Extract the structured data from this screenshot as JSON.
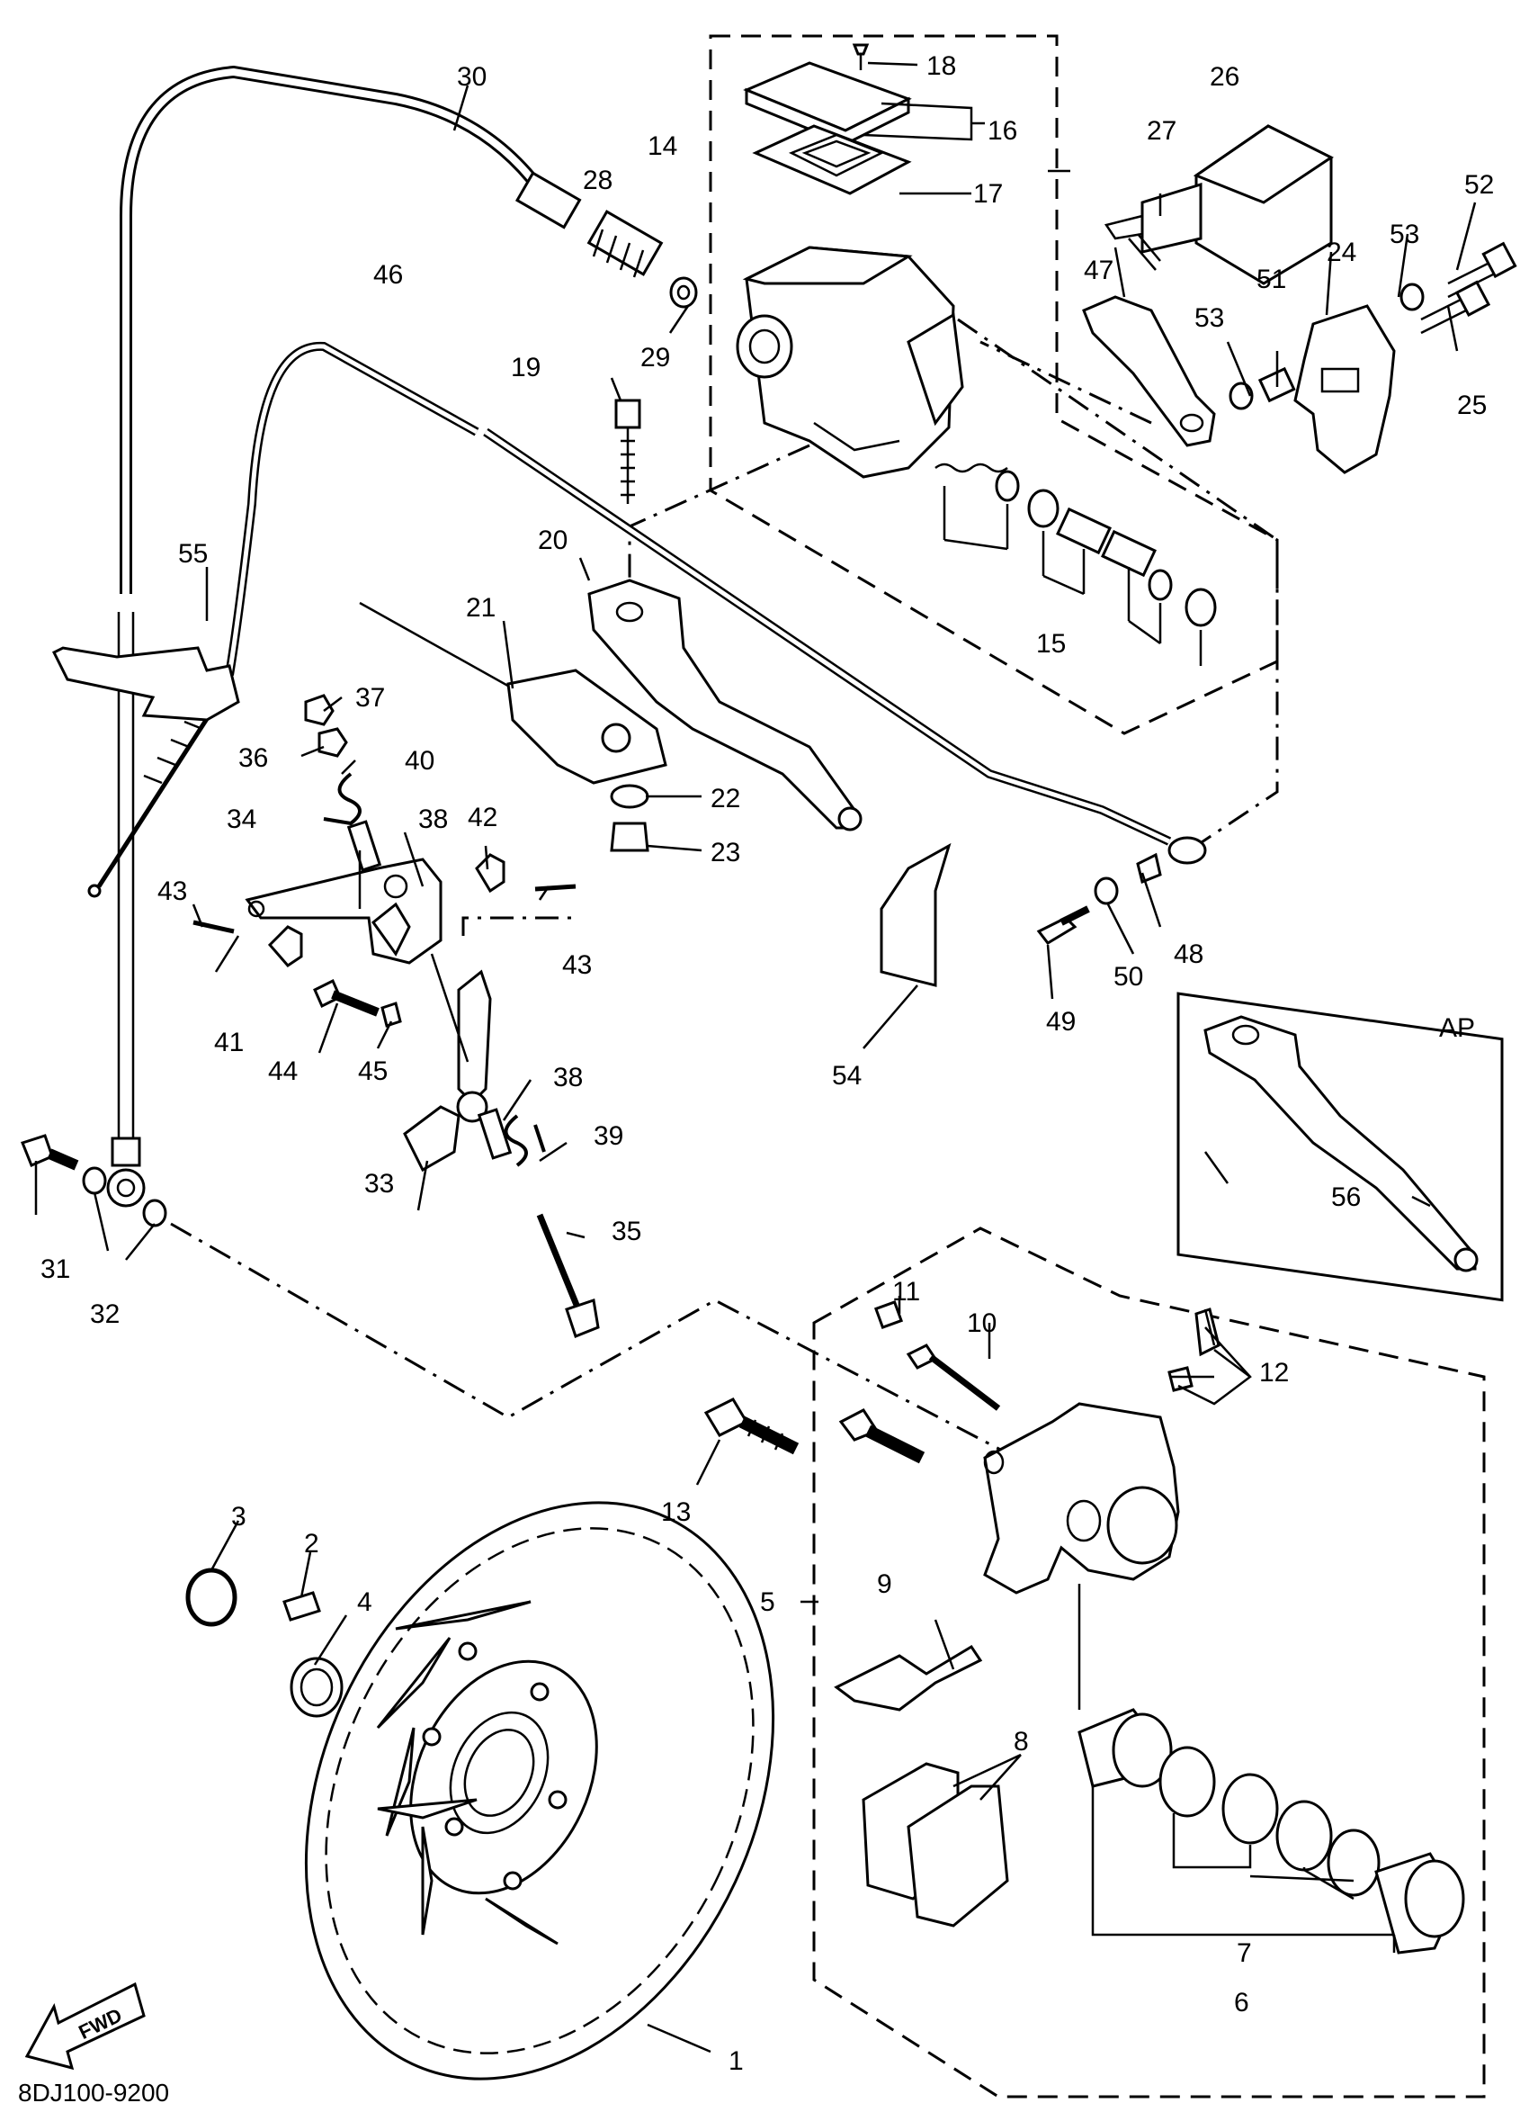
{
  "diagram_code": "8DJ100-9200",
  "fwd_label": "FWD",
  "ap_label": "AP",
  "labels": [
    "1",
    "2",
    "3",
    "4",
    "5",
    "6",
    "7",
    "8",
    "9",
    "10",
    "11",
    "12",
    "13",
    "14",
    "15",
    "16",
    "17",
    "18",
    "19",
    "20",
    "21",
    "22",
    "23",
    "24",
    "25",
    "26",
    "27",
    "28",
    "29",
    "30",
    "31",
    "32",
    "33",
    "34",
    "35",
    "36",
    "37",
    "38",
    "38",
    "39",
    "40",
    "41",
    "42",
    "43",
    "43",
    "44",
    "45",
    "46",
    "47",
    "48",
    "49",
    "50",
    "51",
    "52",
    "53",
    "53",
    "54",
    "55",
    "56"
  ]
}
